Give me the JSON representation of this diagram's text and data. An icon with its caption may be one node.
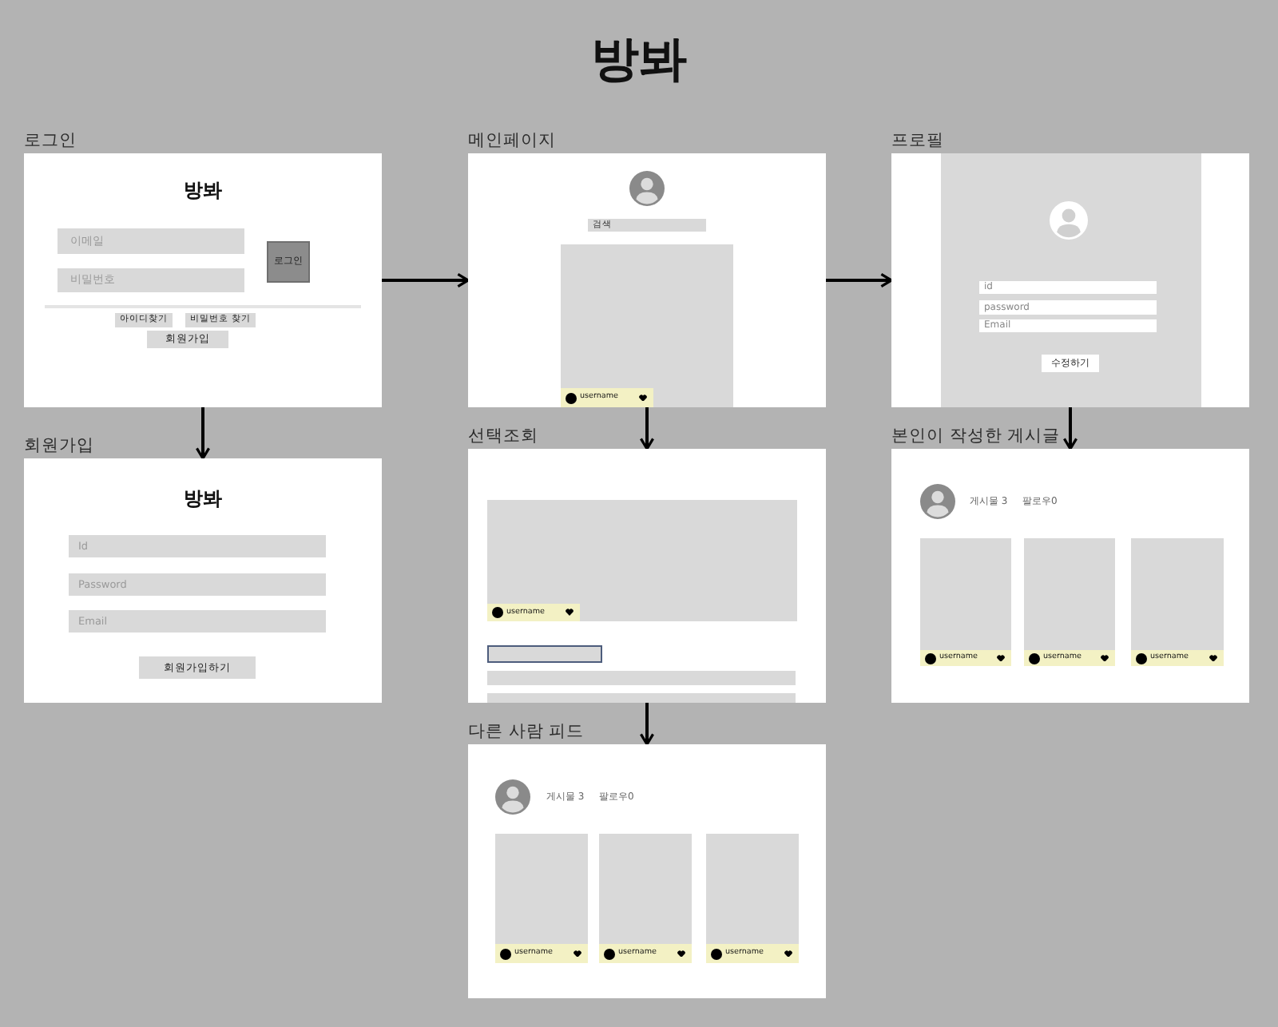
{
  "diagram": {
    "title": "방봐",
    "nodes": [
      {
        "text": [
          "로그인",
          "방봐"
        ]
      },
      {
        "text": [
          "이메일"
        ],
        "in": 0
      },
      {
        "text": [
          "비밀번호"
        ],
        "in": 0
      },
      {
        "text": [
          "로그인"
        ],
        "in": 0
      },
      {
        "text": [
          "아이디찾기"
        ],
        "in": 0
      },
      {
        "text": [
          "비밀번호 찾기"
        ],
        "in": 0
      },
      {
        "text": [
          "회원가입"
        ],
        "in": 0
      },
      {
        "text": [
          "메인페이지"
        ]
      },
      {
        "text": [
          "검색"
        ],
        "in": 7
      },
      {
        "text": [],
        "shape": "box",
        "in": 7
      },
      {
        "text": [
          "username"
        ],
        "in": 9
      },
      {
        "text": [
          "프로필"
        ]
      },
      {
        "text": [],
        "shape": "box",
        "in": 11
      },
      {
        "text": [
          "id"
        ],
        "in": 12
      },
      {
        "text": [
          "password"
        ],
        "in": 12
      },
      {
        "text": [
          "Email"
        ],
        "in": 12
      },
      {
        "text": [
          "수정하기"
        ],
        "in": 12
      },
      {
        "text": [
          "회원가입",
          "방봐"
        ]
      },
      {
        "text": [
          "Id"
        ],
        "in": 17
      },
      {
        "text": [
          "Password"
        ],
        "in": 17
      },
      {
        "text": [
          "Email"
        ],
        "in": 17
      },
      {
        "text": [
          "회원가입하기"
        ],
        "in": 17
      },
      {
        "text": [
          "선택조회"
        ]
      },
      {
        "text": [],
        "shape": "box",
        "in": 22
      },
      {
        "text": [
          "username"
        ],
        "in": 23
      },
      {
        "text": [],
        "shape": "box",
        "in": 22
      },
      {
        "text": [],
        "shape": "box",
        "in": 22
      },
      {
        "text": [],
        "shape": "box",
        "in": 22
      },
      {
        "text": [
          "본인이 작성한 게시글",
          "게시물 3",
          "팔로우0"
        ]
      },
      {
        "text": [],
        "shape": "box",
        "in": 28
      },
      {
        "text": [
          "username"
        ],
        "in": 28
      },
      {
        "text": [],
        "shape": "box",
        "in": 28
      },
      {
        "text": [
          "username"
        ],
        "in": 28
      },
      {
        "text": [],
        "shape": "box",
        "in": 28
      },
      {
        "text": [
          "username"
        ],
        "in": 28
      },
      {
        "text": [
          "다른 사람 피드",
          "게시물 3",
          "팔로우0"
        ]
      },
      {
        "text": [],
        "shape": "box",
        "in": 35
      },
      {
        "text": [
          "username"
        ],
        "in": 35
      },
      {
        "text": [],
        "shape": "box",
        "in": 35
      },
      {
        "text": [
          "username"
        ],
        "in": 35
      },
      {
        "text": [],
        "shape": "box",
        "in": 35
      },
      {
        "text": [
          "username"
        ],
        "in": 35
      }
    ],
    "edges": [
      {
        "from": 0,
        "to": 7,
        "arrow": "to"
      },
      {
        "from": 7,
        "to": 11,
        "arrow": "to"
      },
      {
        "from": 0,
        "to": 17,
        "arrow": "to"
      },
      {
        "from": 7,
        "to": 22,
        "arrow": "to"
      },
      {
        "from": 11,
        "to": 28,
        "arrow": "to"
      },
      {
        "from": 22,
        "to": 35,
        "arrow": "to"
      }
    ]
  }
}
